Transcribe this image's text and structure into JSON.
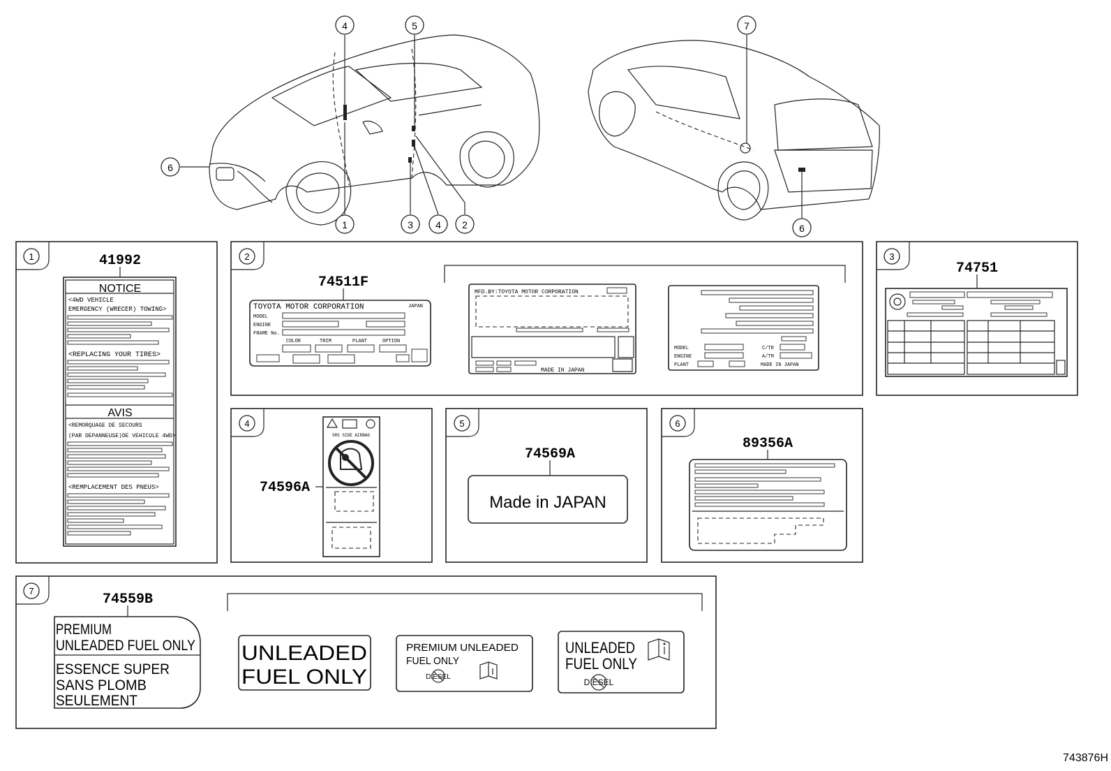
{
  "diagram_id": "743876H",
  "callouts": {
    "c1": "1",
    "c2": "2",
    "c3": "3",
    "c4": "4",
    "c5": "5",
    "c6": "6",
    "c7": "7"
  },
  "panels": {
    "p1": {
      "num": "1",
      "part": "41992",
      "notice": "NOTICE",
      "notice_l1": "<4WD  VEHICLE",
      "notice_l2": " EMERGENCY (WRECER) TOWING>",
      "replacing": "<REPLACING YOUR TIRES>",
      "avis": "AVIS",
      "avis_l1": "<REMORQUAGE DE SECOURS",
      "avis_l2": " (PAR DEPANNEUSE)DE VEHICULE 4WD>",
      "remplacement": "<REMPLACEMENT DES PNEUS>"
    },
    "p2": {
      "num": "2",
      "part": "74511F",
      "maker": "TOYOTA  MOTOR  CORPORATION",
      "japan": "JAPAN",
      "model": "MODEL",
      "engine": "ENGINE",
      "frame": "FRAME No.",
      "color": "COLOR",
      "trim": "TRIM",
      "plant": "PLANT",
      "option": "OPTION",
      "mfd": "MFD.BY:TOYOTA MOTOR CORPORATION",
      "made": "MADE IN JAPAN",
      "r_model": "MODEL",
      "r_engine": "ENGINE",
      "r_plant": "PLANT",
      "r_ctr": "C/TR",
      "r_atm": "A/TM",
      "r_made": "MADE IN JAPAN"
    },
    "p3": {
      "num": "3",
      "part": "74751"
    },
    "p4": {
      "num": "4",
      "part": "74596A",
      "srs": "SRS  SIDE  AIRBAG"
    },
    "p5": {
      "num": "5",
      "part": "74569A",
      "text": "Made  in  JAPAN"
    },
    "p6": {
      "num": "6",
      "part": "89356A"
    },
    "p7": {
      "num": "7",
      "part": "74559B",
      "a1": "PREMIUM",
      "a2": "UNLEADED FUEL ONLY",
      "a3": "ESSENCE SUPER",
      "a4": "SANS PLOMB",
      "a5": "SEULEMENT",
      "b1": "UNLEADED",
      "b2": "FUEL ONLY",
      "c1": "PREMIUM  UNLEADED",
      "c2": "FUEL ONLY",
      "c3": "DIESEL",
      "d1": "UNLEADED",
      "d2": "FUEL ONLY",
      "d3": "DIESEL"
    }
  }
}
